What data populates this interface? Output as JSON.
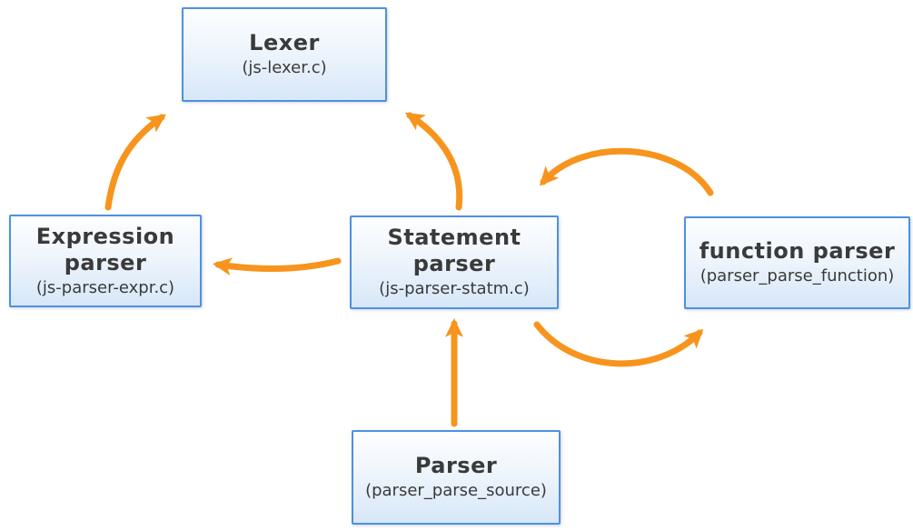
{
  "diagram": {
    "nodes": [
      {
        "id": "lexer",
        "title": "Lexer",
        "subtitle": "(js-lexer.c)"
      },
      {
        "id": "expression-parser",
        "title": "Expression\nparser",
        "subtitle": "(js-parser-expr.c)"
      },
      {
        "id": "statement-parser",
        "title": "Statement\nparser",
        "subtitle": "(js-parser-statm.c)"
      },
      {
        "id": "function-parser",
        "title": "function parser",
        "subtitle": "(parser_parse_function)"
      },
      {
        "id": "parser",
        "title": "Parser",
        "subtitle": "(parser_parse_source)"
      }
    ],
    "edges": [
      {
        "from": "expression-parser",
        "to": "lexer"
      },
      {
        "from": "statement-parser",
        "to": "lexer"
      },
      {
        "from": "statement-parser",
        "to": "expression-parser"
      },
      {
        "from": "statement-parser",
        "to": "function-parser"
      },
      {
        "from": "function-parser",
        "to": "statement-parser"
      },
      {
        "from": "parser",
        "to": "statement-parser"
      }
    ],
    "colors": {
      "arrow": "#F7941D",
      "node_border": "#4D91E1",
      "node_fill_top": "#FDFEFF",
      "node_fill_bottom": "#D7E7F8",
      "text": "#3A3A3A",
      "background": "#FFFFFF"
    }
  }
}
